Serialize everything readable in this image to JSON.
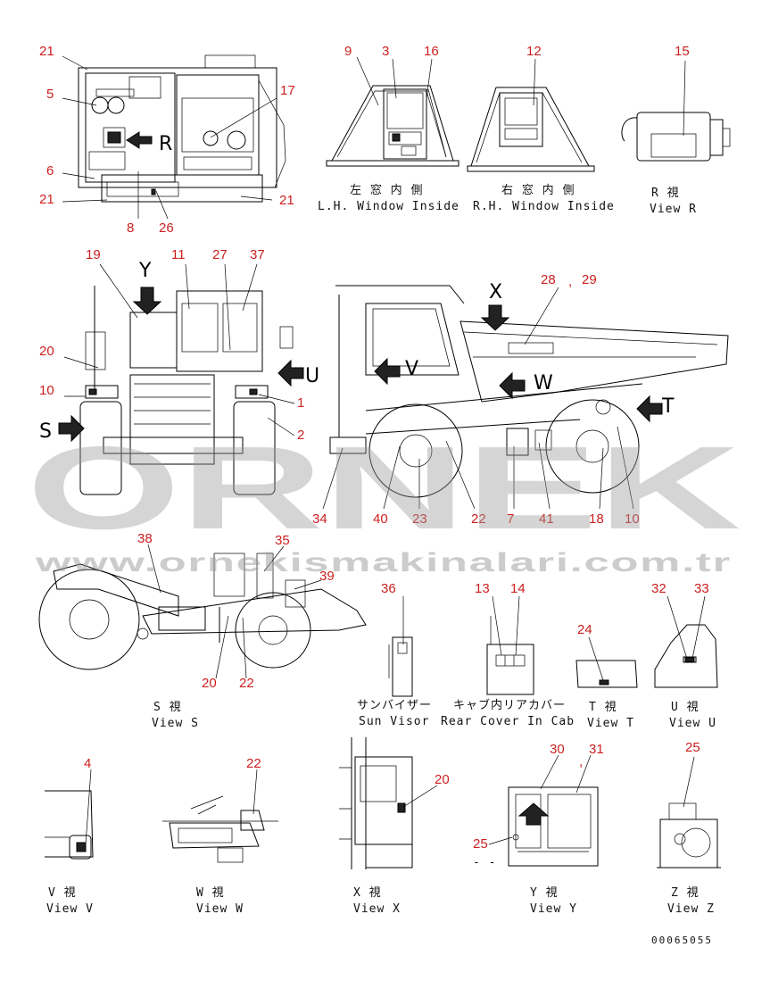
{
  "callouts": {
    "c21a": "21",
    "c5": "5",
    "c6": "6",
    "c21b": "21",
    "c8": "8",
    "c26": "26",
    "c17": "17",
    "c21c": "21",
    "c9": "9",
    "c3": "3",
    "c16": "16",
    "c12": "12",
    "c15": "15",
    "c19": "19",
    "c11": "11",
    "c27": "27",
    "c37": "37",
    "c20a": "20",
    "c10a": "10",
    "c1": "1",
    "c2": "2",
    "c28": "28",
    "c29": "29",
    "c29comma": ",",
    "c34": "34",
    "c40": "40",
    "c23": "23",
    "c22a": "22",
    "c7": "7",
    "c41": "41",
    "c18": "18",
    "c10b": "10",
    "c38": "38",
    "c35": "35",
    "c39": "39",
    "c20b": "20",
    "c22b": "22",
    "c36": "36",
    "c13": "13",
    "c14": "14",
    "c24": "24",
    "c32": "32",
    "c33": "33",
    "c4": "4",
    "c22c": "22",
    "c20c": "20",
    "c30": "30",
    "c31": "31",
    "c31comma": ",",
    "c25a": "25",
    "c25b": "25"
  },
  "view_letters": {
    "R": "R",
    "Y": "Y",
    "U": "U",
    "S": "S",
    "X": "X",
    "V": "V",
    "W": "W",
    "T": "T"
  },
  "captions": {
    "lh_jp": "左 窓 内 側",
    "lh_en": "L.H. Window Inside",
    "rh_jp": "右 窓 内 側",
    "rh_en": "R.H. Window Inside",
    "r_jp": "R  視",
    "r_en": "View R",
    "s_jp": "S  視",
    "s_en": "View S",
    "sun_jp": "サンバイザー",
    "sun_en": "Sun Visor",
    "cab_jp": "キャブ内リアカバー",
    "cab_en": "Rear Cover In Cab",
    "t_jp": "T  視",
    "t_en": "View T",
    "u_jp": "U  視",
    "u_en": "View U",
    "v_jp": "V  視",
    "v_en": "View V",
    "w_jp": "W  視",
    "w_en": "View W",
    "x_jp": "X  視",
    "x_en": "View X",
    "y_jp": "Y  視",
    "y_en": "View Y",
    "z_jp": "Z  視",
    "z_en": "View Z",
    "dash": "- -"
  },
  "part_code": "00065055",
  "watermark": {
    "brand": "ORNEK",
    "url": "www.ornekismakinalari.com.tr"
  }
}
